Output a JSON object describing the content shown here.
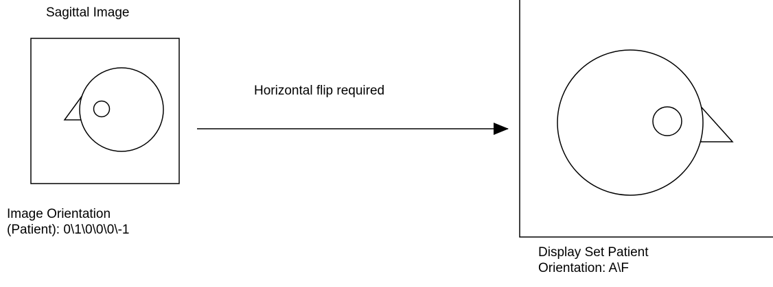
{
  "source_image": {
    "title": "Sagittal Image",
    "caption_line1": "Image Orientation",
    "caption_line2": "(Patient): 0\\1\\0\\0\\0\\-1"
  },
  "transform": {
    "label": "Horizontal flip required"
  },
  "display_image": {
    "caption_line1": "Display Set Patient",
    "caption_line2": "Orientation: A\\F"
  },
  "colors": {
    "stroke": "#000000",
    "background": "#ffffff"
  }
}
